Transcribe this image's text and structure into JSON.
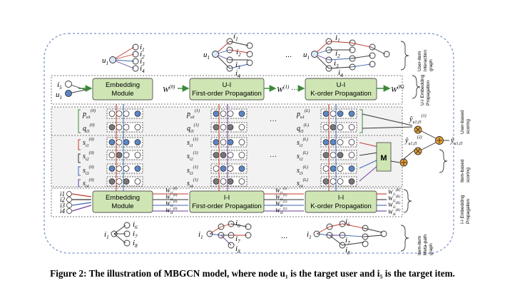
{
  "modules": {
    "embedding_top": [
      "Embedding",
      "Module"
    ],
    "ui_first": [
      "U-I",
      "First-order Propagation"
    ],
    "ui_k": [
      "U-I",
      "K-order Propagation"
    ],
    "embedding_bottom": [
      "Embedding",
      "Module"
    ],
    "ii_first": [
      "I-I",
      "First-order Propagation"
    ],
    "ii_k": [
      "I-I",
      "K-order Propagation"
    ],
    "m_block": "M"
  },
  "side_labels": {
    "user_item_graph": [
      "User-item",
      "interaction",
      "graph"
    ],
    "ui_embedding": [
      "U-I Embedding",
      "Propagation"
    ],
    "user_scoring": [
      "User-based",
      "scoring"
    ],
    "item_scoring": [
      "Item-based",
      "scoring"
    ],
    "ii_embedding": [
      "I-I Embedding",
      "Propagation"
    ],
    "item_item_graph": [
      "Item-item",
      "Meta-path",
      "graph"
    ]
  },
  "ellipsis": "...",
  "caption": "Figure 2: The illustration of MBGCN model, where node u₁ is the target user and i₅ is the target item.",
  "colors": {
    "green": "#cfe6b4",
    "blue": "#5b86c5",
    "red": "#c0392b",
    "purple": "#6a3d9a",
    "orange": "#f0a030"
  }
}
